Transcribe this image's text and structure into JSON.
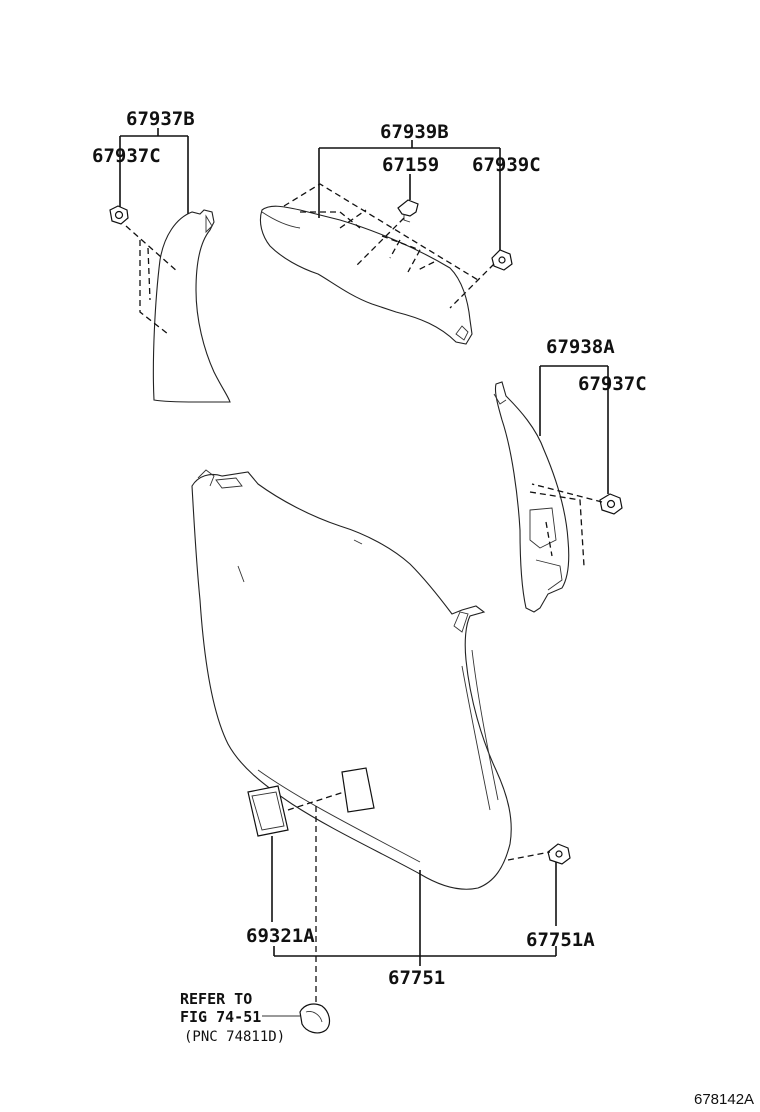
{
  "parts": {
    "p_67937B_top": "67937B",
    "p_67937C_top": "67937C",
    "p_67939B": "67939B",
    "p_67159": "67159",
    "p_67939C": "67939C",
    "p_67938A": "67938A",
    "p_67937C_right": "67937C",
    "p_69321A": "69321A",
    "p_67751A": "67751A",
    "p_67751": "67751"
  },
  "reference_note": {
    "line1": "REFER TO",
    "line2": "FIG 74-51",
    "line3": "(PNC 74811D)"
  },
  "figure_id": "678142A",
  "colors": {
    "ink": "#111111",
    "background": "#ffffff"
  }
}
